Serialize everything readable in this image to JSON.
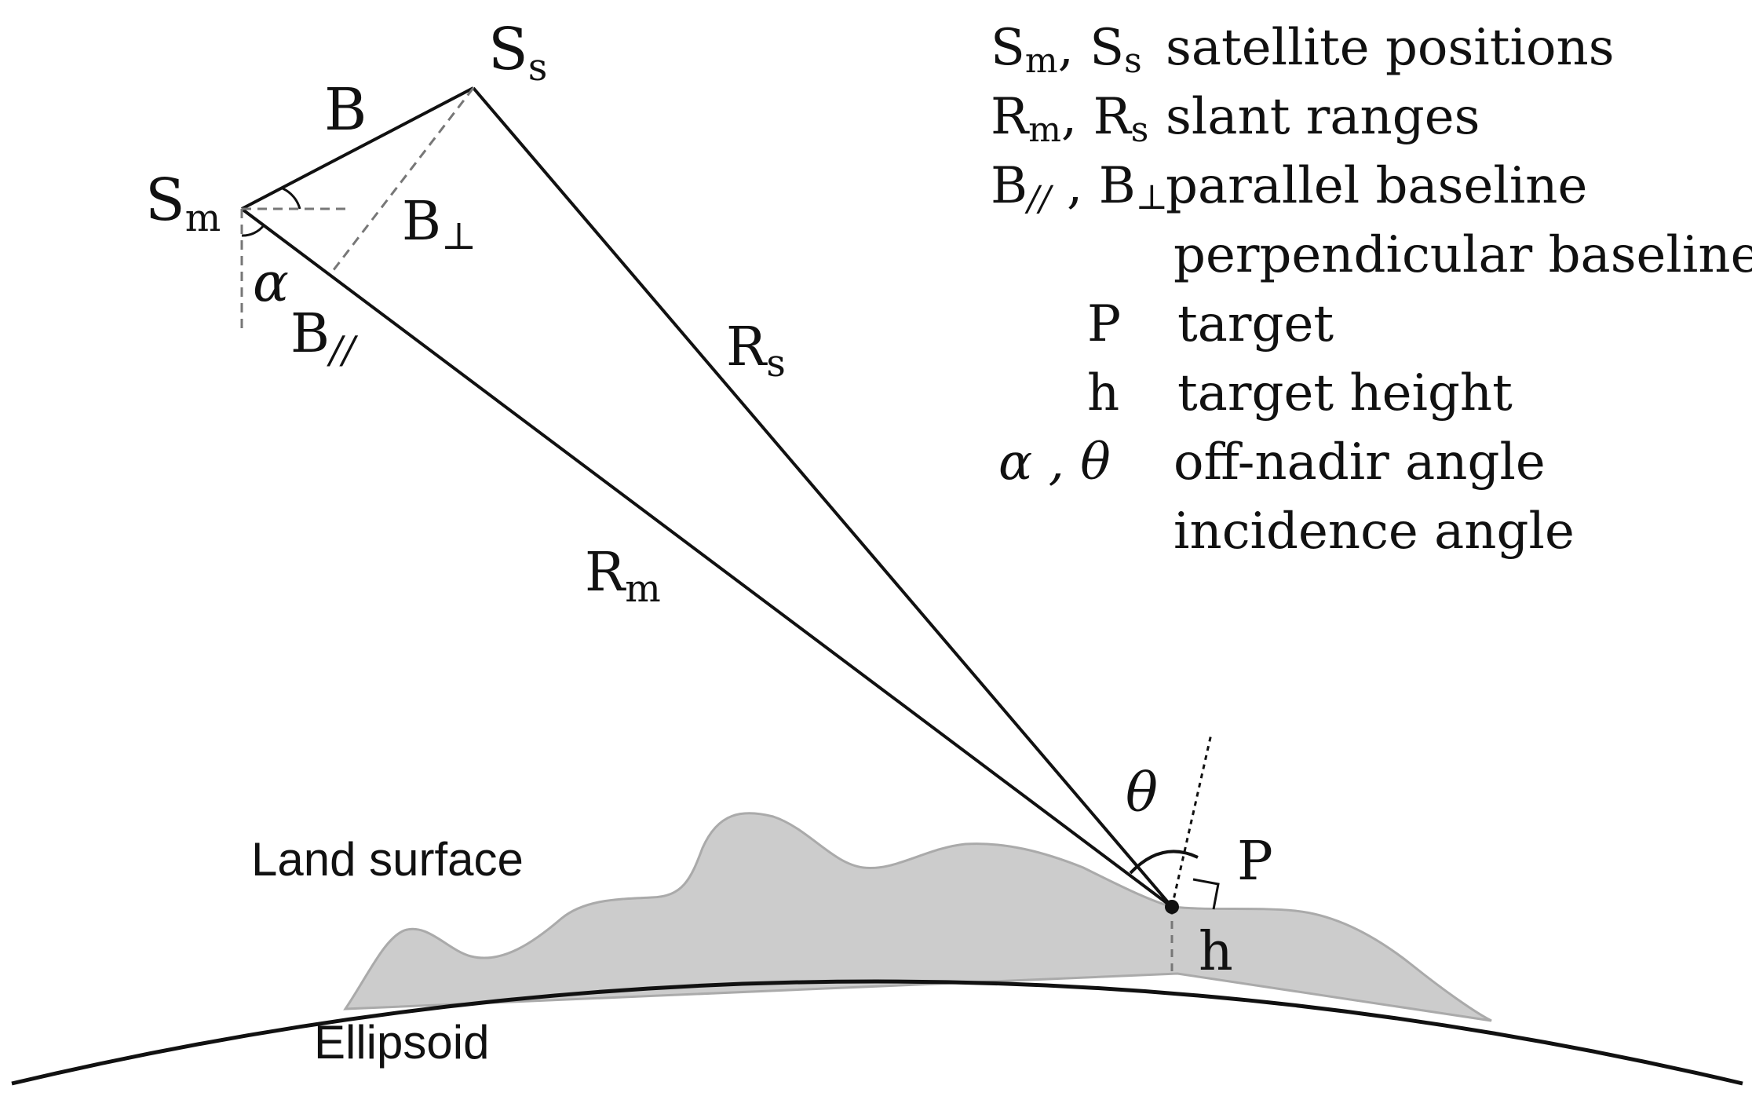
{
  "labels": {
    "ss_main": "S",
    "ss_sub": "s",
    "sm_main": "S",
    "sm_sub": "m",
    "b": "B",
    "bperp_main": "B",
    "bperp_sub": "⊥",
    "bpar_main": "B",
    "bpar_sub": "//",
    "alpha": "α",
    "rs_main": "R",
    "rs_sub": "s",
    "rm_main": "R",
    "rm_sub": "m",
    "theta": "θ",
    "p": "P",
    "h": "h",
    "land_surface": "Land surface",
    "ellipsoid": "Ellipsoid"
  },
  "legend": {
    "rows": [
      {
        "symbol_main_1": "S",
        "symbol_sub_1": "m",
        "symbol_sep": ", ",
        "symbol_main_2": "S",
        "symbol_sub_2": "s",
        "description": "satellite positions"
      },
      {
        "symbol_main_1": "R",
        "symbol_sub_1": "m",
        "symbol_sep": ", ",
        "symbol_main_2": "R",
        "symbol_sub_2": "s",
        "description": "slant ranges"
      },
      {
        "symbol_main_1": "B",
        "symbol_sub_1": "//",
        "symbol_sep": " , ",
        "symbol_main_2": "B",
        "symbol_sub_2": "⊥",
        "description": "parallel baseline",
        "description_2": "perpendicular baseline"
      },
      {
        "symbol": "P",
        "description": "target"
      },
      {
        "symbol": "h",
        "description": "target height"
      },
      {
        "symbol": "α , θ",
        "description": "off-nadir angle",
        "description_2": "incidence angle"
      }
    ]
  },
  "colors": {
    "line": "#111111",
    "dashed": "#777777",
    "land_fill": "#cccccc",
    "land_stroke": "#aaaaaa"
  }
}
